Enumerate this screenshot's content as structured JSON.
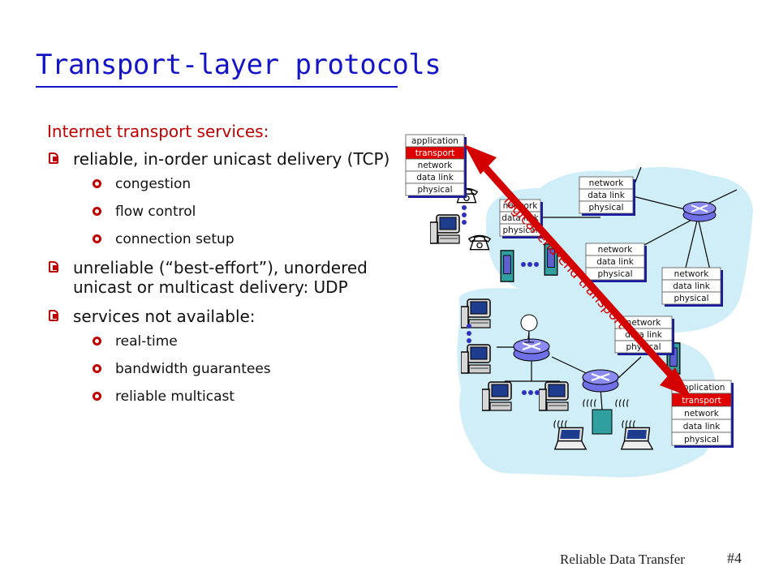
{
  "slide": {
    "title": "Transport-layer protocols",
    "intro": "Internet transport services:",
    "bullets": [
      {
        "text": "reliable, in-order unicast delivery (TCP)",
        "sub": [
          "congestion",
          "flow control",
          "connection setup"
        ]
      },
      {
        "text": "unreliable (“best-effort”), unordered unicast or multicast delivery: UDP",
        "sub": []
      },
      {
        "text": "services not available:",
        "sub": [
          "real-time",
          "bandwidth guarantees",
          "reliable multicast"
        ]
      }
    ],
    "footer": "Reliable Data Transfer",
    "slide_number": "#4"
  },
  "diagram": {
    "colors": {
      "cloud": "#d0eef7",
      "box_border": "#1a1aa0",
      "transport": "#e00000",
      "arrow": "#d40000",
      "router": "#6f6fe8",
      "title": "#1515c8"
    },
    "layer_labels": {
      "application": "application",
      "transport": "transport",
      "network": "network",
      "data_link": "data link",
      "physical": "physical"
    },
    "stacks": [
      {
        "id": "host-left",
        "layers": [
          "application",
          "transport",
          "network",
          "data link",
          "physical"
        ]
      },
      {
        "id": "host-right",
        "layers": [
          "application",
          "transport",
          "network",
          "data link",
          "physical"
        ]
      },
      {
        "id": "router-a",
        "layers": [
          "network",
          "data link",
          "physical"
        ]
      },
      {
        "id": "router-b",
        "layers": [
          "network",
          "data link",
          "physical"
        ]
      },
      {
        "id": "router-c",
        "layers": [
          "network",
          "data link",
          "physical"
        ]
      },
      {
        "id": "router-d",
        "layers": [
          "network",
          "data link",
          "physical"
        ]
      },
      {
        "id": "router-e",
        "layers": [
          "network",
          "data link",
          "physical"
        ]
      }
    ],
    "arrow_label": "logical end-end transport",
    "icons": [
      "router-icon",
      "desktop-computer-icon",
      "telephone-icon",
      "server-tower-icon",
      "laptop-icon",
      "satellite-dish-icon",
      "wireless-signal-icon"
    ]
  }
}
